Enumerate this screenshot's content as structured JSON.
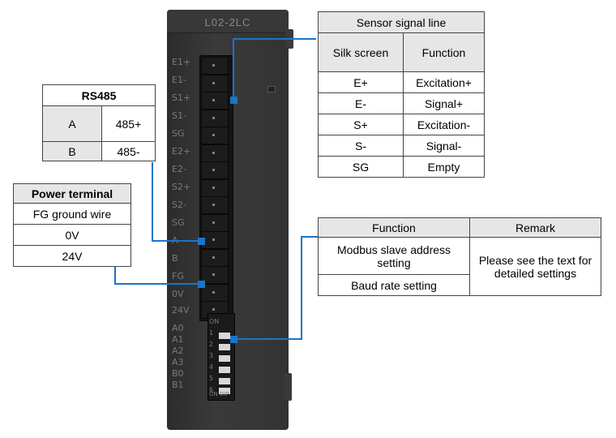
{
  "device": {
    "model": "L02-2LC",
    "terminal_labels": [
      "E1+",
      "E1-",
      "S1+",
      "S1-",
      "SG",
      "E2+",
      "E2-",
      "S2+",
      "S2-",
      "SG",
      "A",
      "B",
      "FG",
      "0V",
      "24V"
    ],
    "dip_labels": [
      "A0",
      "A1",
      "A2",
      "A3",
      "B0",
      "B1"
    ],
    "dip_numbers": [
      "1",
      "2",
      "3",
      "4",
      "5",
      "6"
    ],
    "dip_on_label": "ON",
    "dip_bottom_label": "ON DIP"
  },
  "sensor_table": {
    "title": "Sensor signal line",
    "col1": "Silk screen",
    "col2": "Function",
    "rows": [
      {
        "silk": "E+",
        "func": "Excitation+"
      },
      {
        "silk": "E-",
        "func": "Signal+"
      },
      {
        "silk": "S+",
        "func": "Excitation-"
      },
      {
        "silk": "S-",
        "func": "Signal-"
      },
      {
        "silk": "SG",
        "func": "Empty"
      }
    ]
  },
  "rs485_table": {
    "title": "RS485",
    "rows": [
      {
        "label": "A",
        "value": "485+"
      },
      {
        "label": "B",
        "value": "485-"
      }
    ]
  },
  "power_table": {
    "title": "Power terminal",
    "rows": [
      "FG ground wire",
      "0V",
      "24V"
    ]
  },
  "func_table": {
    "col1": "Function",
    "col2": "Remark",
    "row1": "Modbus slave address setting",
    "row2": "Baud rate setting",
    "remark": "Please see the text for detailed settings"
  },
  "colors": {
    "leader": "#1b75c9",
    "module": "#333333",
    "header_bg": "#e6e6e6"
  }
}
